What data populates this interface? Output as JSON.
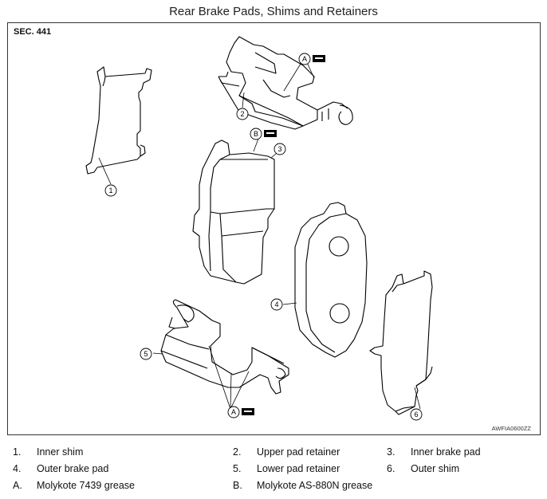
{
  "title": "Rear Brake Pads, Shims and Retainers",
  "section_label": "SEC. 441",
  "figure_code": "AWFIA0600ZZ",
  "callouts": {
    "n1": "1",
    "n2": "2",
    "n3": "3",
    "n4": "4",
    "n5": "5",
    "n6": "6",
    "grease_a": "A",
    "grease_b": "B"
  },
  "legend": [
    {
      "key": "1.",
      "text": "Inner shim"
    },
    {
      "key": "2.",
      "text": "Upper pad retainer"
    },
    {
      "key": "3.",
      "text": "Inner brake pad"
    },
    {
      "key": "4.",
      "text": "Outer brake pad"
    },
    {
      "key": "5.",
      "text": "Lower pad retainer"
    },
    {
      "key": "6.",
      "text": "Outer shim"
    },
    {
      "key": "A.",
      "text": "Molykote 7439 grease"
    },
    {
      "key": "B.",
      "text": "Molykote AS-880N grease"
    }
  ]
}
